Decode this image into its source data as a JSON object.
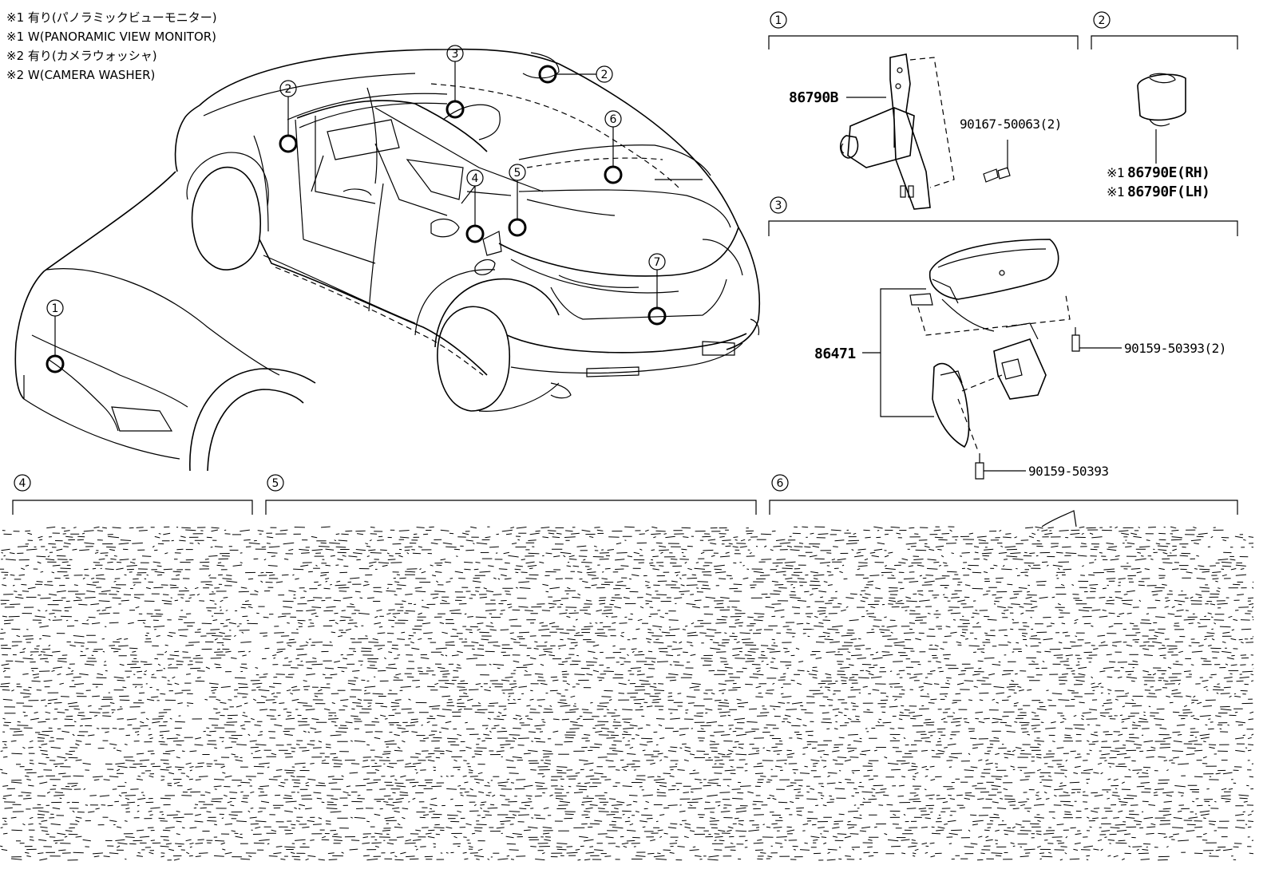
{
  "notes": [
    "※1 有り(パノラミックビューモニター)",
    "※1 W(PANORAMIC VIEW MONITOR)",
    "※2 有り(カメラウォッシャ)",
    "※2 W(CAMERA WASHER)"
  ],
  "callouts": {
    "c1": "1",
    "c2a": "2",
    "c2b": "2",
    "c3": "3",
    "c4": "4",
    "c5": "5",
    "c6": "6",
    "c7": "7"
  },
  "sections": {
    "s1": "1",
    "s2": "2",
    "s3": "3",
    "s4": "4",
    "s5": "5",
    "s6": "6"
  },
  "parts": {
    "p86790b": "86790B",
    "p90167": "90167-50063(2)",
    "p86790e": "86790E(RH)",
    "p86790f": "86790F(LH)",
    "mark1": "※1",
    "p86471": "86471",
    "p90159a": "90159-50393(2)",
    "p90159b": "90159-50393"
  }
}
